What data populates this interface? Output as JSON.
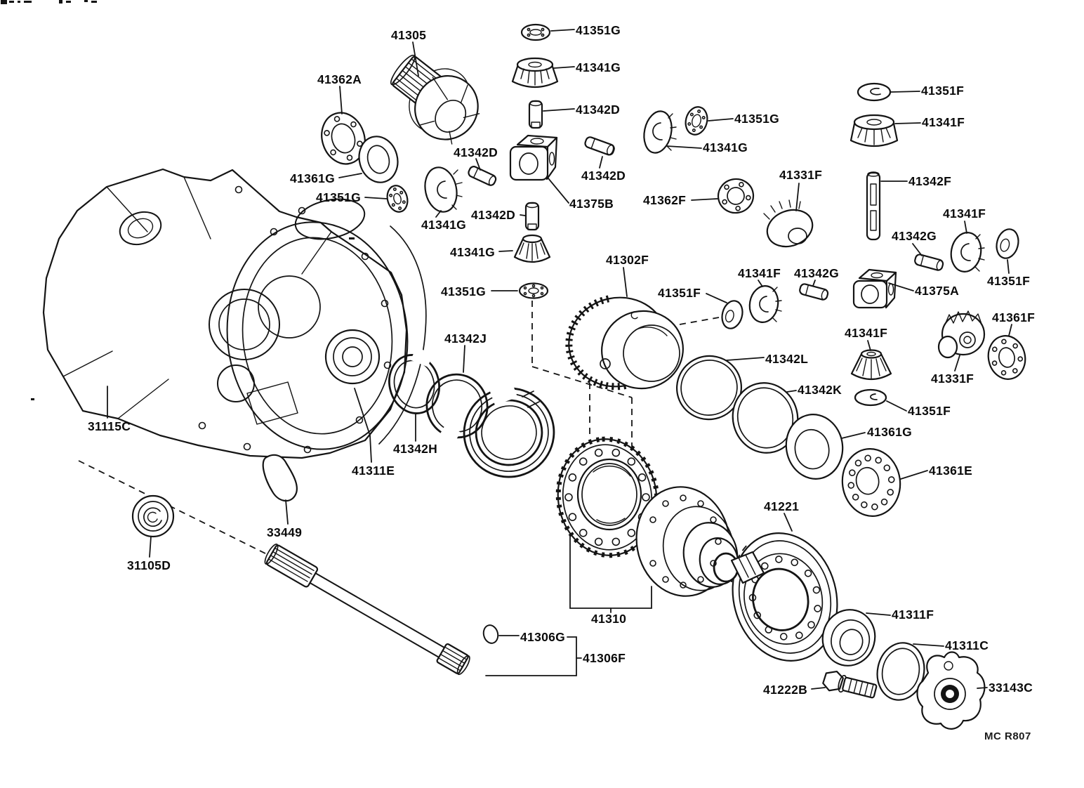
{
  "diagram": {
    "footer_code": "MC R807",
    "labels": {
      "l_41305": "41305",
      "l_41351g_a": "41351G",
      "l_41341g_a": "41341G",
      "l_41342d_a": "41342D",
      "l_41362a": "41362A",
      "l_41342d_b": "41342D",
      "l_41342d_c": "41342D",
      "l_41375b": "41375B",
      "l_41342d_d": "41342D",
      "l_41341g_d": "41341G",
      "l_41351g_d": "41351G",
      "l_41351g_b": "41351G",
      "l_41341g_b": "41341G",
      "l_41361g_a": "41361G",
      "l_41351g_c": "41351G",
      "l_41341g_c": "41341G",
      "l_41362f": "41362F",
      "l_41331f_a": "41331F",
      "l_41342f": "41342F",
      "l_41351f_a": "41351F",
      "l_41341f_a": "41341F",
      "l_41341f_b": "41341F",
      "l_41342g_a": "41342G",
      "l_41351f_b": "41351F",
      "l_41375a": "41375A",
      "l_41361f": "41361F",
      "l_41302f": "41302F",
      "l_41351f_c": "41351F",
      "l_41341f_c": "41341F",
      "l_41342g_b": "41342G",
      "l_41342l": "41342L",
      "l_41342k": "41342K",
      "l_41341f_d": "41341F",
      "l_41331f_b": "41331F",
      "l_41351f_d": "41351F",
      "l_41361g_b": "41361G",
      "l_41361e": "41361E",
      "l_41342j": "41342J",
      "l_41342h": "41342H",
      "l_41311e": "41311E",
      "l_31115c": "31115C",
      "l_33449": "33449",
      "l_31105d": "31105D",
      "l_41310": "41310",
      "l_41306g": "41306G",
      "l_41306f": "41306F",
      "l_41221": "41221",
      "l_41311f": "41311F",
      "l_41311c": "41311C",
      "l_41222b": "41222B",
      "l_33143c": "33143C"
    }
  }
}
